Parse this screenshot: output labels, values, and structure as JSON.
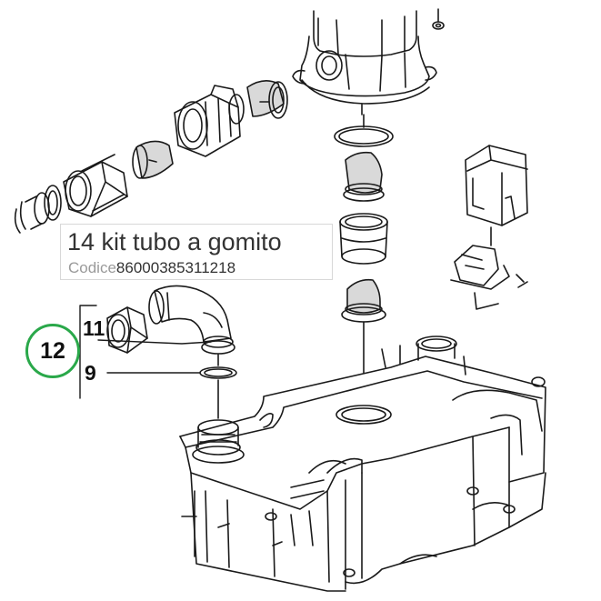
{
  "caption": {
    "title": "14 kit tubo a gomito",
    "code_label": "Codice",
    "code_value": "86000385311218"
  },
  "callouts": {
    "item_11": "11",
    "item_9": "9",
    "group_12": "12"
  },
  "colors": {
    "group_circle": "#2aa84a",
    "line": "#1a1a1a"
  }
}
